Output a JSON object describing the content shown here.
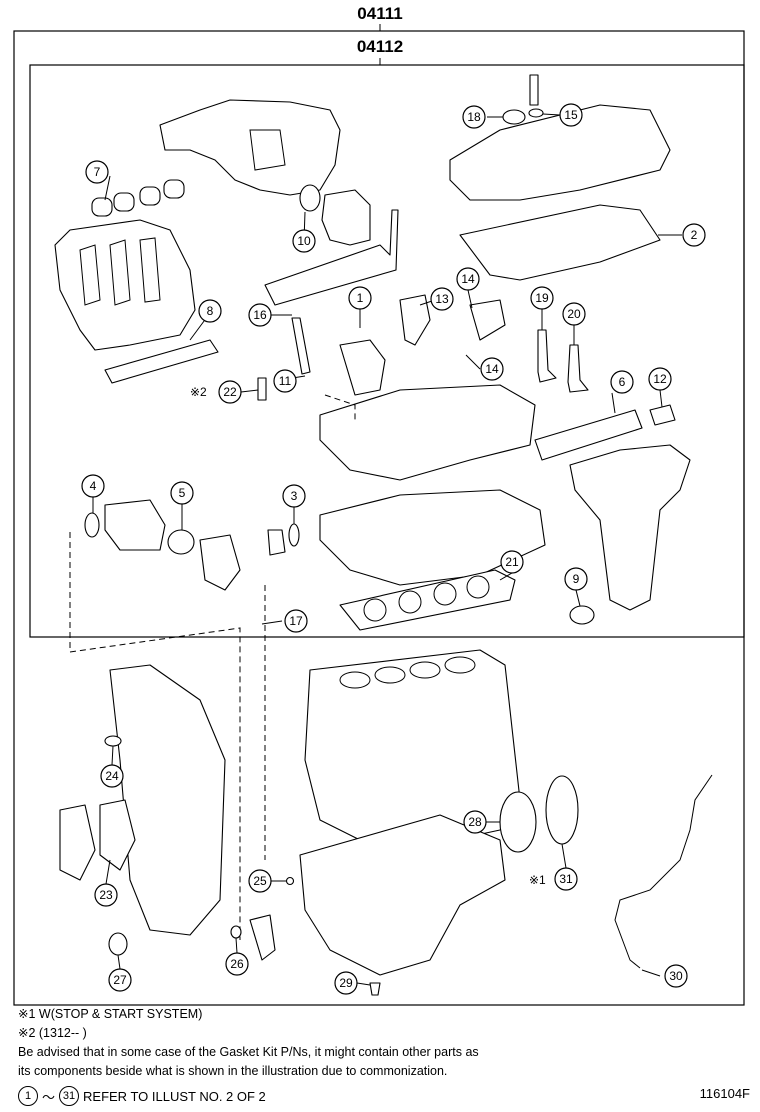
{
  "header": {
    "kit_outer": "04111",
    "kit_inner": "04112"
  },
  "callouts": [
    {
      "id": "c1",
      "label": "1"
    },
    {
      "id": "c2",
      "label": "2"
    },
    {
      "id": "c3",
      "label": "3"
    },
    {
      "id": "c4",
      "label": "4"
    },
    {
      "id": "c5",
      "label": "5"
    },
    {
      "id": "c6",
      "label": "6"
    },
    {
      "id": "c7",
      "label": "7"
    },
    {
      "id": "c8",
      "label": "8"
    },
    {
      "id": "c9",
      "label": "9"
    },
    {
      "id": "c10",
      "label": "10"
    },
    {
      "id": "c11",
      "label": "11"
    },
    {
      "id": "c12",
      "label": "12"
    },
    {
      "id": "c13",
      "label": "13"
    },
    {
      "id": "c14a",
      "label": "14"
    },
    {
      "id": "c14b",
      "label": "14"
    },
    {
      "id": "c15",
      "label": "15"
    },
    {
      "id": "c16",
      "label": "16"
    },
    {
      "id": "c17",
      "label": "17"
    },
    {
      "id": "c18",
      "label": "18"
    },
    {
      "id": "c19",
      "label": "19"
    },
    {
      "id": "c20",
      "label": "20"
    },
    {
      "id": "c21",
      "label": "21"
    },
    {
      "id": "c22",
      "label": "22"
    },
    {
      "id": "c23",
      "label": "23"
    },
    {
      "id": "c24",
      "label": "24"
    },
    {
      "id": "c25",
      "label": "25"
    },
    {
      "id": "c26",
      "label": "26"
    },
    {
      "id": "c27",
      "label": "27"
    },
    {
      "id": "c28",
      "label": "28"
    },
    {
      "id": "c29",
      "label": "29"
    },
    {
      "id": "c30",
      "label": "30"
    },
    {
      "id": "c31",
      "label": "31"
    }
  ],
  "marks": {
    "note1_mark": "※1",
    "note2_mark": "※2"
  },
  "footnotes": {
    "note1": "※1 W(STOP & START SYSTEM)",
    "note2": "※2 (1312--        )",
    "advice_line1": "Be advised that in some case of the Gasket Kit P/Ns,  it might contain other parts as",
    "advice_line2": "its components beside what is shown in the illustration due to commonization.",
    "ref_from": "1",
    "ref_sep": "～",
    "ref_to": "31",
    "ref_text": "REFER TO ILLUST NO. 2 OF 2"
  },
  "figure_number": "116104F"
}
